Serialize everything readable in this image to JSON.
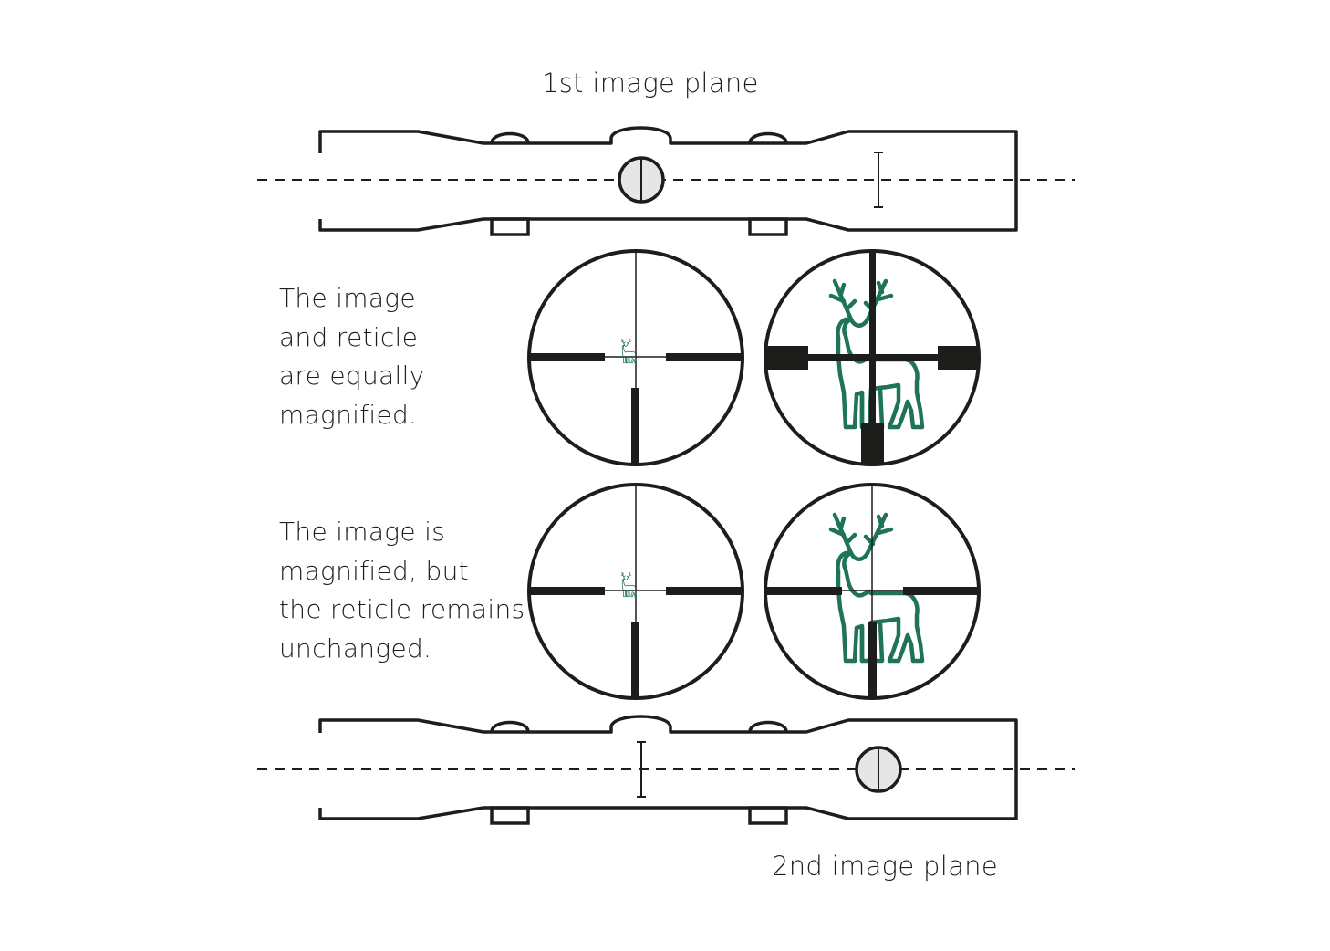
{
  "title_top": "1st image plane",
  "title_bottom": "2nd image plane",
  "descriptions": {
    "first_plane": [
      "The image",
      "and reticle",
      "are equally",
      "magnified."
    ],
    "second_plane": [
      "The image is",
      "magnified, but",
      "the reticle remains",
      "unchanged."
    ]
  },
  "colors": {
    "stroke": "#1d1d1b",
    "deer_green": "#1e7358",
    "lens_fill": "#e6e6e6",
    "background": "#ffffff"
  },
  "scopes": [
    {
      "name": "first-focal-plane-scope",
      "reticle_position": "objective (near front)",
      "lens_position": "center (turret)"
    },
    {
      "name": "second-focal-plane-scope",
      "reticle_position": "center (turret)",
      "lens_position": "ocular end"
    }
  ],
  "reticle_views": [
    {
      "row": "first_plane",
      "magnification": "low",
      "reticle_scaled": false,
      "deer_size": "small"
    },
    {
      "row": "first_plane",
      "magnification": "high",
      "reticle_scaled": true,
      "deer_size": "large"
    },
    {
      "row": "second_plane",
      "magnification": "low",
      "reticle_scaled": false,
      "deer_size": "small"
    },
    {
      "row": "second_plane",
      "magnification": "high",
      "reticle_scaled": false,
      "deer_size": "large"
    }
  ]
}
